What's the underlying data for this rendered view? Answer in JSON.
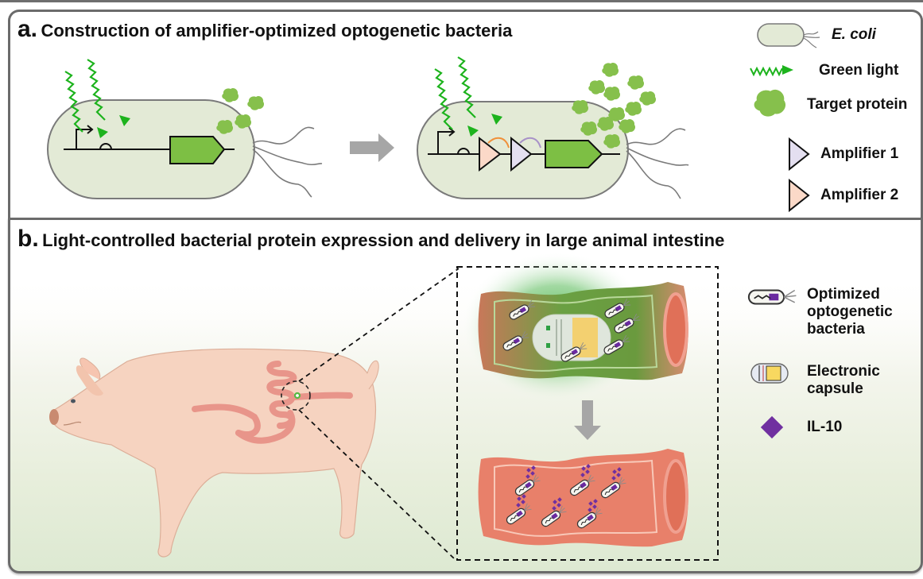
{
  "panel_a": {
    "letter": "a.",
    "title": "Construction of amplifier-optimized optogenetic  bacteria",
    "legend": [
      {
        "icon": "e-coli-cell-icon",
        "label": "E. coli"
      },
      {
        "icon": "green-light-wave-icon",
        "label": "Green light"
      },
      {
        "icon": "target-protein-icon",
        "label": "Target protein"
      },
      {
        "icon": "amplifier-1-triangle-icon",
        "label": "Amplifier 1"
      },
      {
        "icon": "amplifier-2-triangle-icon",
        "label": "Amplifier 2"
      }
    ]
  },
  "panel_b": {
    "letter": "b.",
    "title": "Light-controlled bacterial protein expression and delivery in large animal intestine",
    "legend": [
      {
        "icon": "optimized-bacteria-icon",
        "label_lines": [
          "Optimized",
          "optogenetic",
          "bacteria"
        ]
      },
      {
        "icon": "electronic-capsule-icon",
        "label_lines": [
          "Electronic",
          "capsule"
        ]
      },
      {
        "icon": "il10-diamond-icon",
        "label": "IL-10"
      }
    ]
  },
  "colors": {
    "border": "#6b6b6b",
    "cell_fill": "#e3ead6",
    "light_green": "#1db31d",
    "gene_green": "#7dbf44",
    "protein_green": "#86c04c",
    "amplifier_1": "#e4dff0",
    "amplifier_2": "#fbd9c8",
    "intestine": "#e8806a",
    "pig": "#f6d3c0",
    "il10_purple": "#7030a0",
    "arrow_gray": "#a6a6a6"
  }
}
